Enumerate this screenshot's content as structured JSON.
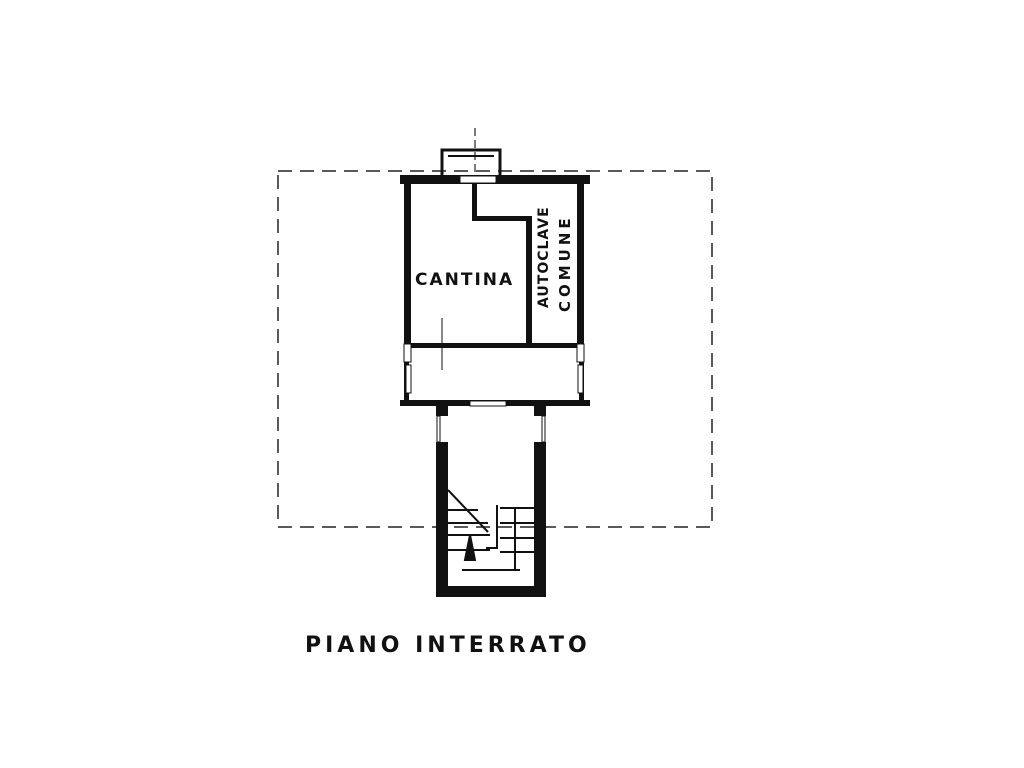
{
  "plan": {
    "rooms": {
      "cantina": "CANTINA",
      "autoclave": "AUTOCLAVE",
      "comune": "COMUNE"
    },
    "title": "PIANO INTERRATO"
  },
  "colors": {
    "ink": "#111111",
    "paper": "#ffffff"
  }
}
